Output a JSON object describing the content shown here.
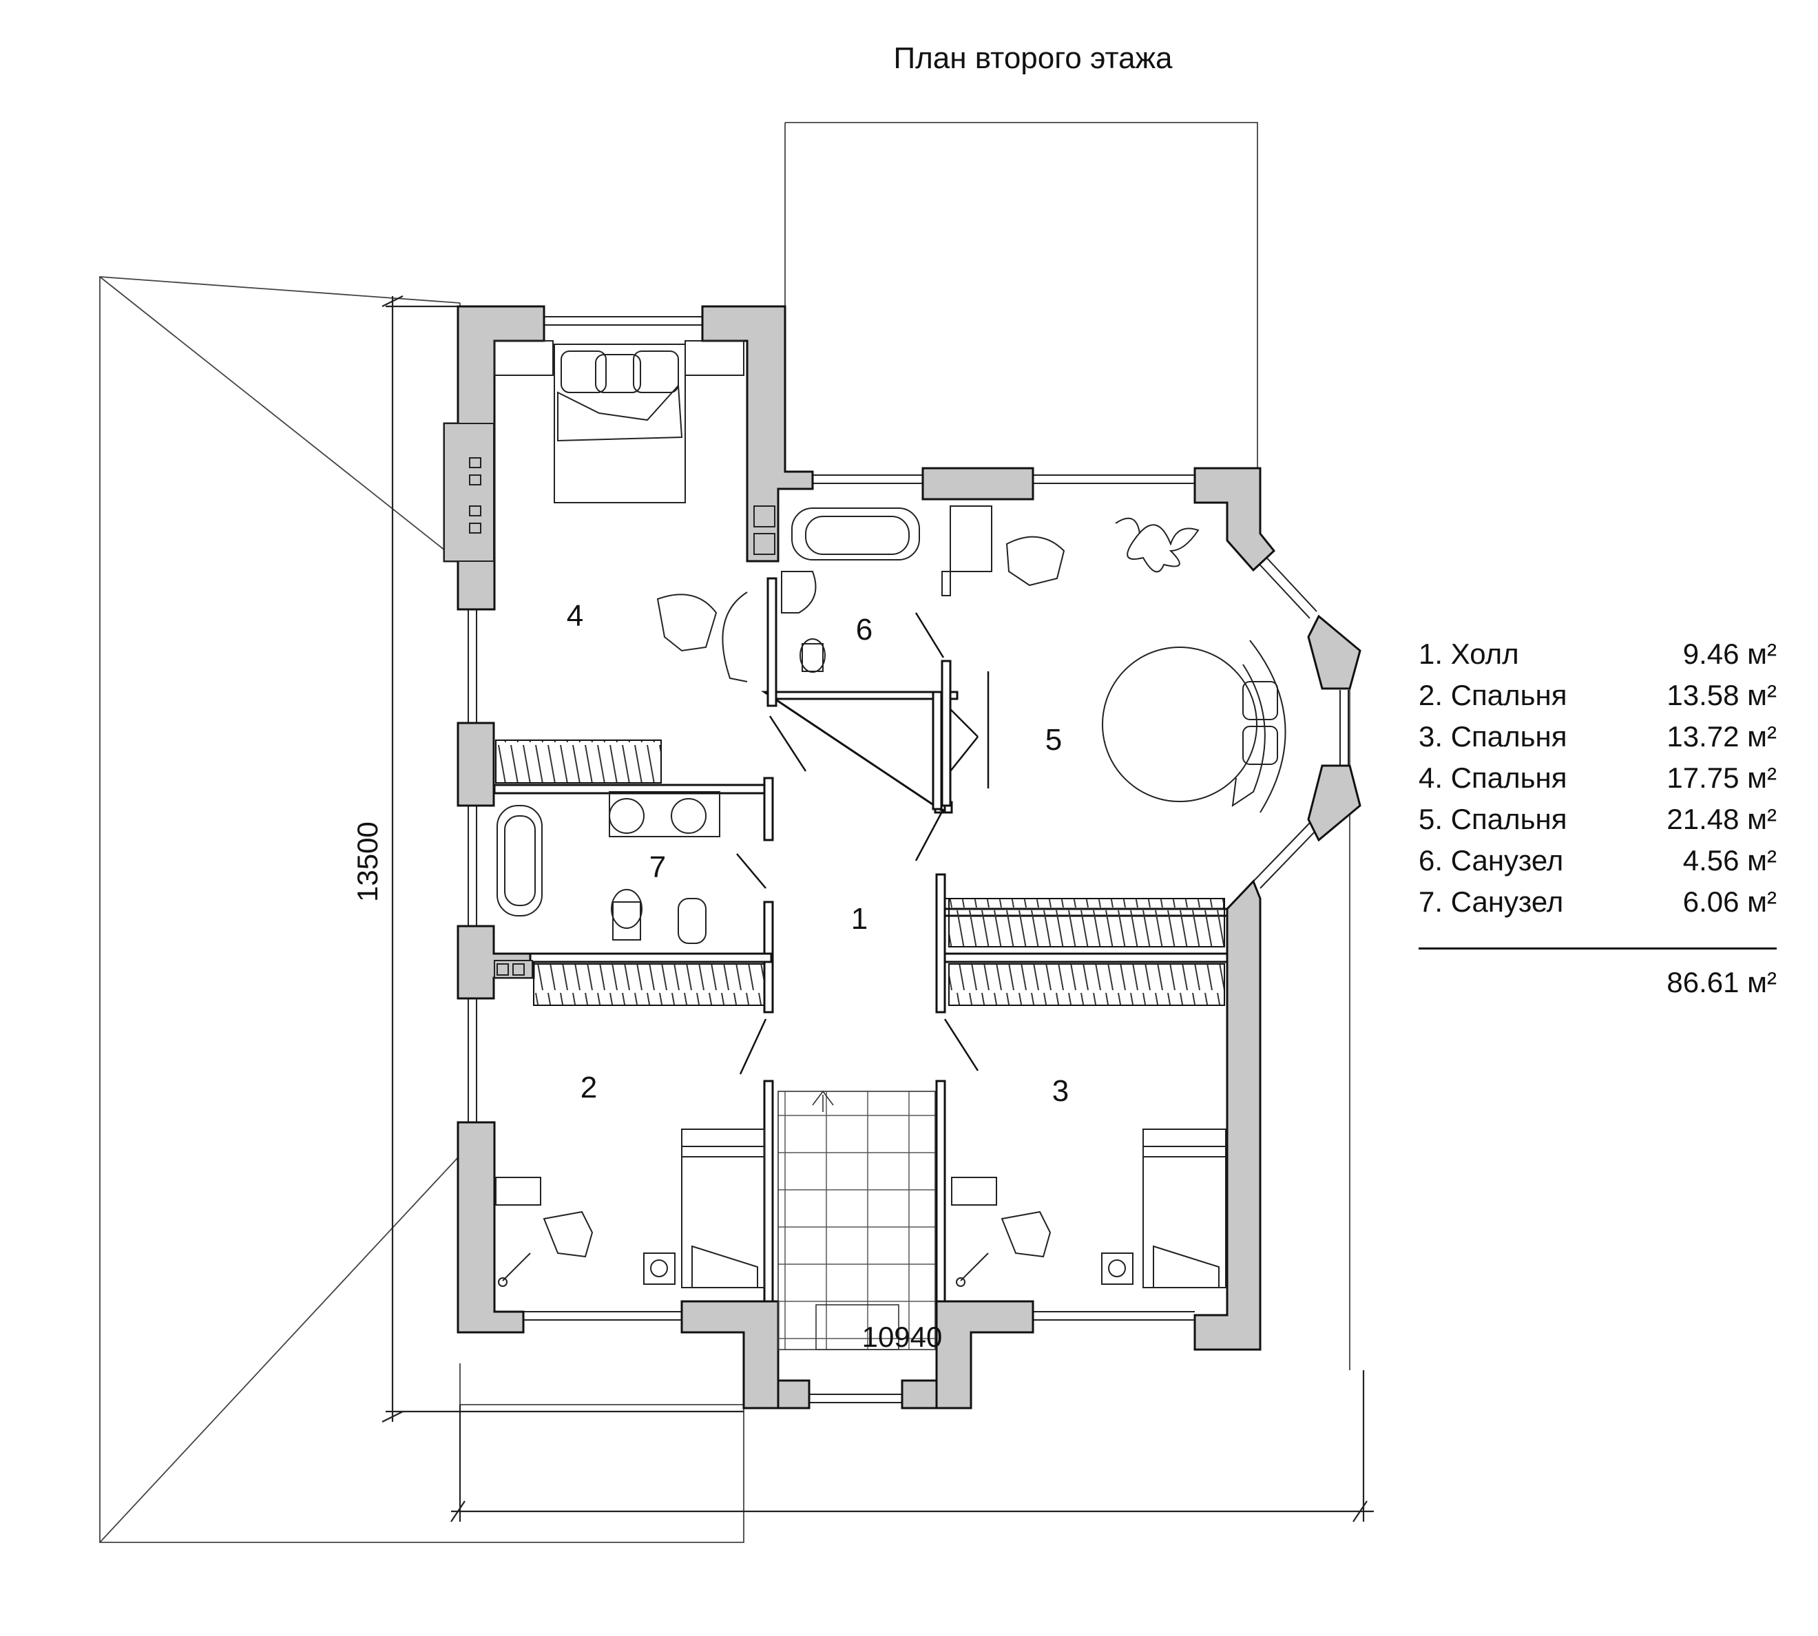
{
  "title": "План второго этажа",
  "rooms": [
    {
      "num": "1",
      "name": "Холл",
      "area": "9.46 м²"
    },
    {
      "num": "2",
      "name": "Спальня",
      "area": "13.58 м²"
    },
    {
      "num": "3",
      "name": "Спальня",
      "area": "13.72 м²"
    },
    {
      "num": "4",
      "name": "Спальня",
      "area": "17.75 м²"
    },
    {
      "num": "5",
      "name": "Спальня",
      "area": "21.48 м²"
    },
    {
      "num": "6",
      "name": "Санузел",
      "area": "4.56 м²"
    },
    {
      "num": "7",
      "name": "Санузел",
      "area": "6.06 м²"
    }
  ],
  "legend_rows": [
    {
      "label": "1. Холл",
      "area": "9.46 м²"
    },
    {
      "label": "2. Спальня",
      "area": "13.58 м²"
    },
    {
      "label": "3. Спальня",
      "area": "13.72 м²"
    },
    {
      "label": "4. Спальня",
      "area": "17.75 м²"
    },
    {
      "label": "5. Спальня",
      "area": "21.48 м²"
    },
    {
      "label": "6. Санузел",
      "area": "4.56 м²"
    },
    {
      "label": "7. Санузел",
      "area": "6.06 м²"
    }
  ],
  "total_area": "86.61 м²",
  "dimensions": {
    "width": "10940",
    "height": "13500"
  },
  "colors": {
    "wall": "#c8c8c8",
    "line": "#111111",
    "background": "#ffffff"
  }
}
